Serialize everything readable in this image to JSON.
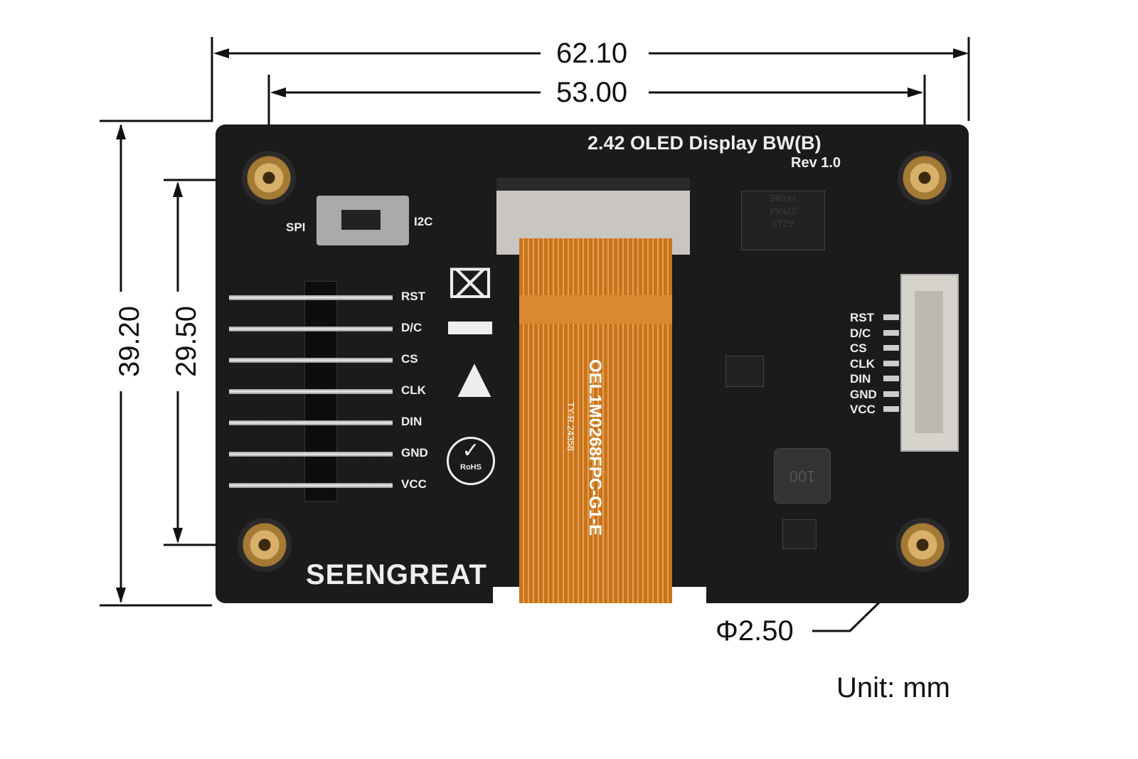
{
  "dimensions": {
    "board_width": "62.10",
    "hole_spacing_x": "53.00",
    "board_height": "39.20",
    "hole_spacing_y": "29.50",
    "hole_diameter": "Φ2.50",
    "unit": "Unit: mm"
  },
  "board": {
    "title": "2.42 OLED Display BW(B)",
    "revision": "Rev 1.0",
    "switch_left": "SPI",
    "switch_right": "I2C",
    "brand": "SEENGREAT",
    "fpc_text": "OEL1M0268FPC-G1-E",
    "fpc_subtext": "TY-R.24358",
    "ic_marking": [
      "A213",
      "27K64",
      "YF08E"
    ],
    "inductor": "100",
    "rohs": "RoHS",
    "header_pins": [
      "RST",
      "D/C",
      "CS",
      "CLK",
      "DIN",
      "GND",
      "VCC"
    ],
    "connector_pins": [
      "RST",
      "D/C",
      "CS",
      "CLK",
      "DIN",
      "GND",
      "VCC"
    ]
  },
  "colors": {
    "pcb": "#1b1b1b",
    "fpc": "#c8741c",
    "gold": "#d8b06a"
  }
}
